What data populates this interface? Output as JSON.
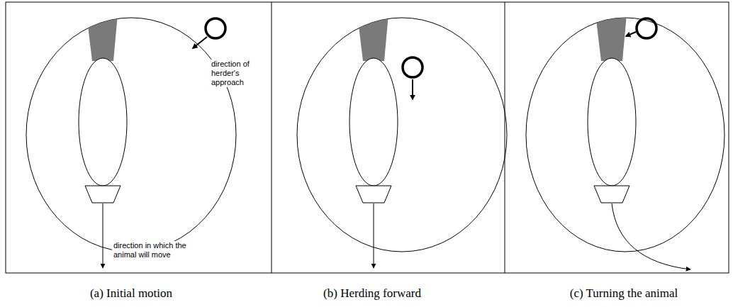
{
  "diagram": {
    "labels": [
      "direction of herder's approach",
      "direction in which the animal will move",
      "(a) Initial motion",
      "(b) Herding forward",
      "(c) Turning the animal"
    ]
  }
}
